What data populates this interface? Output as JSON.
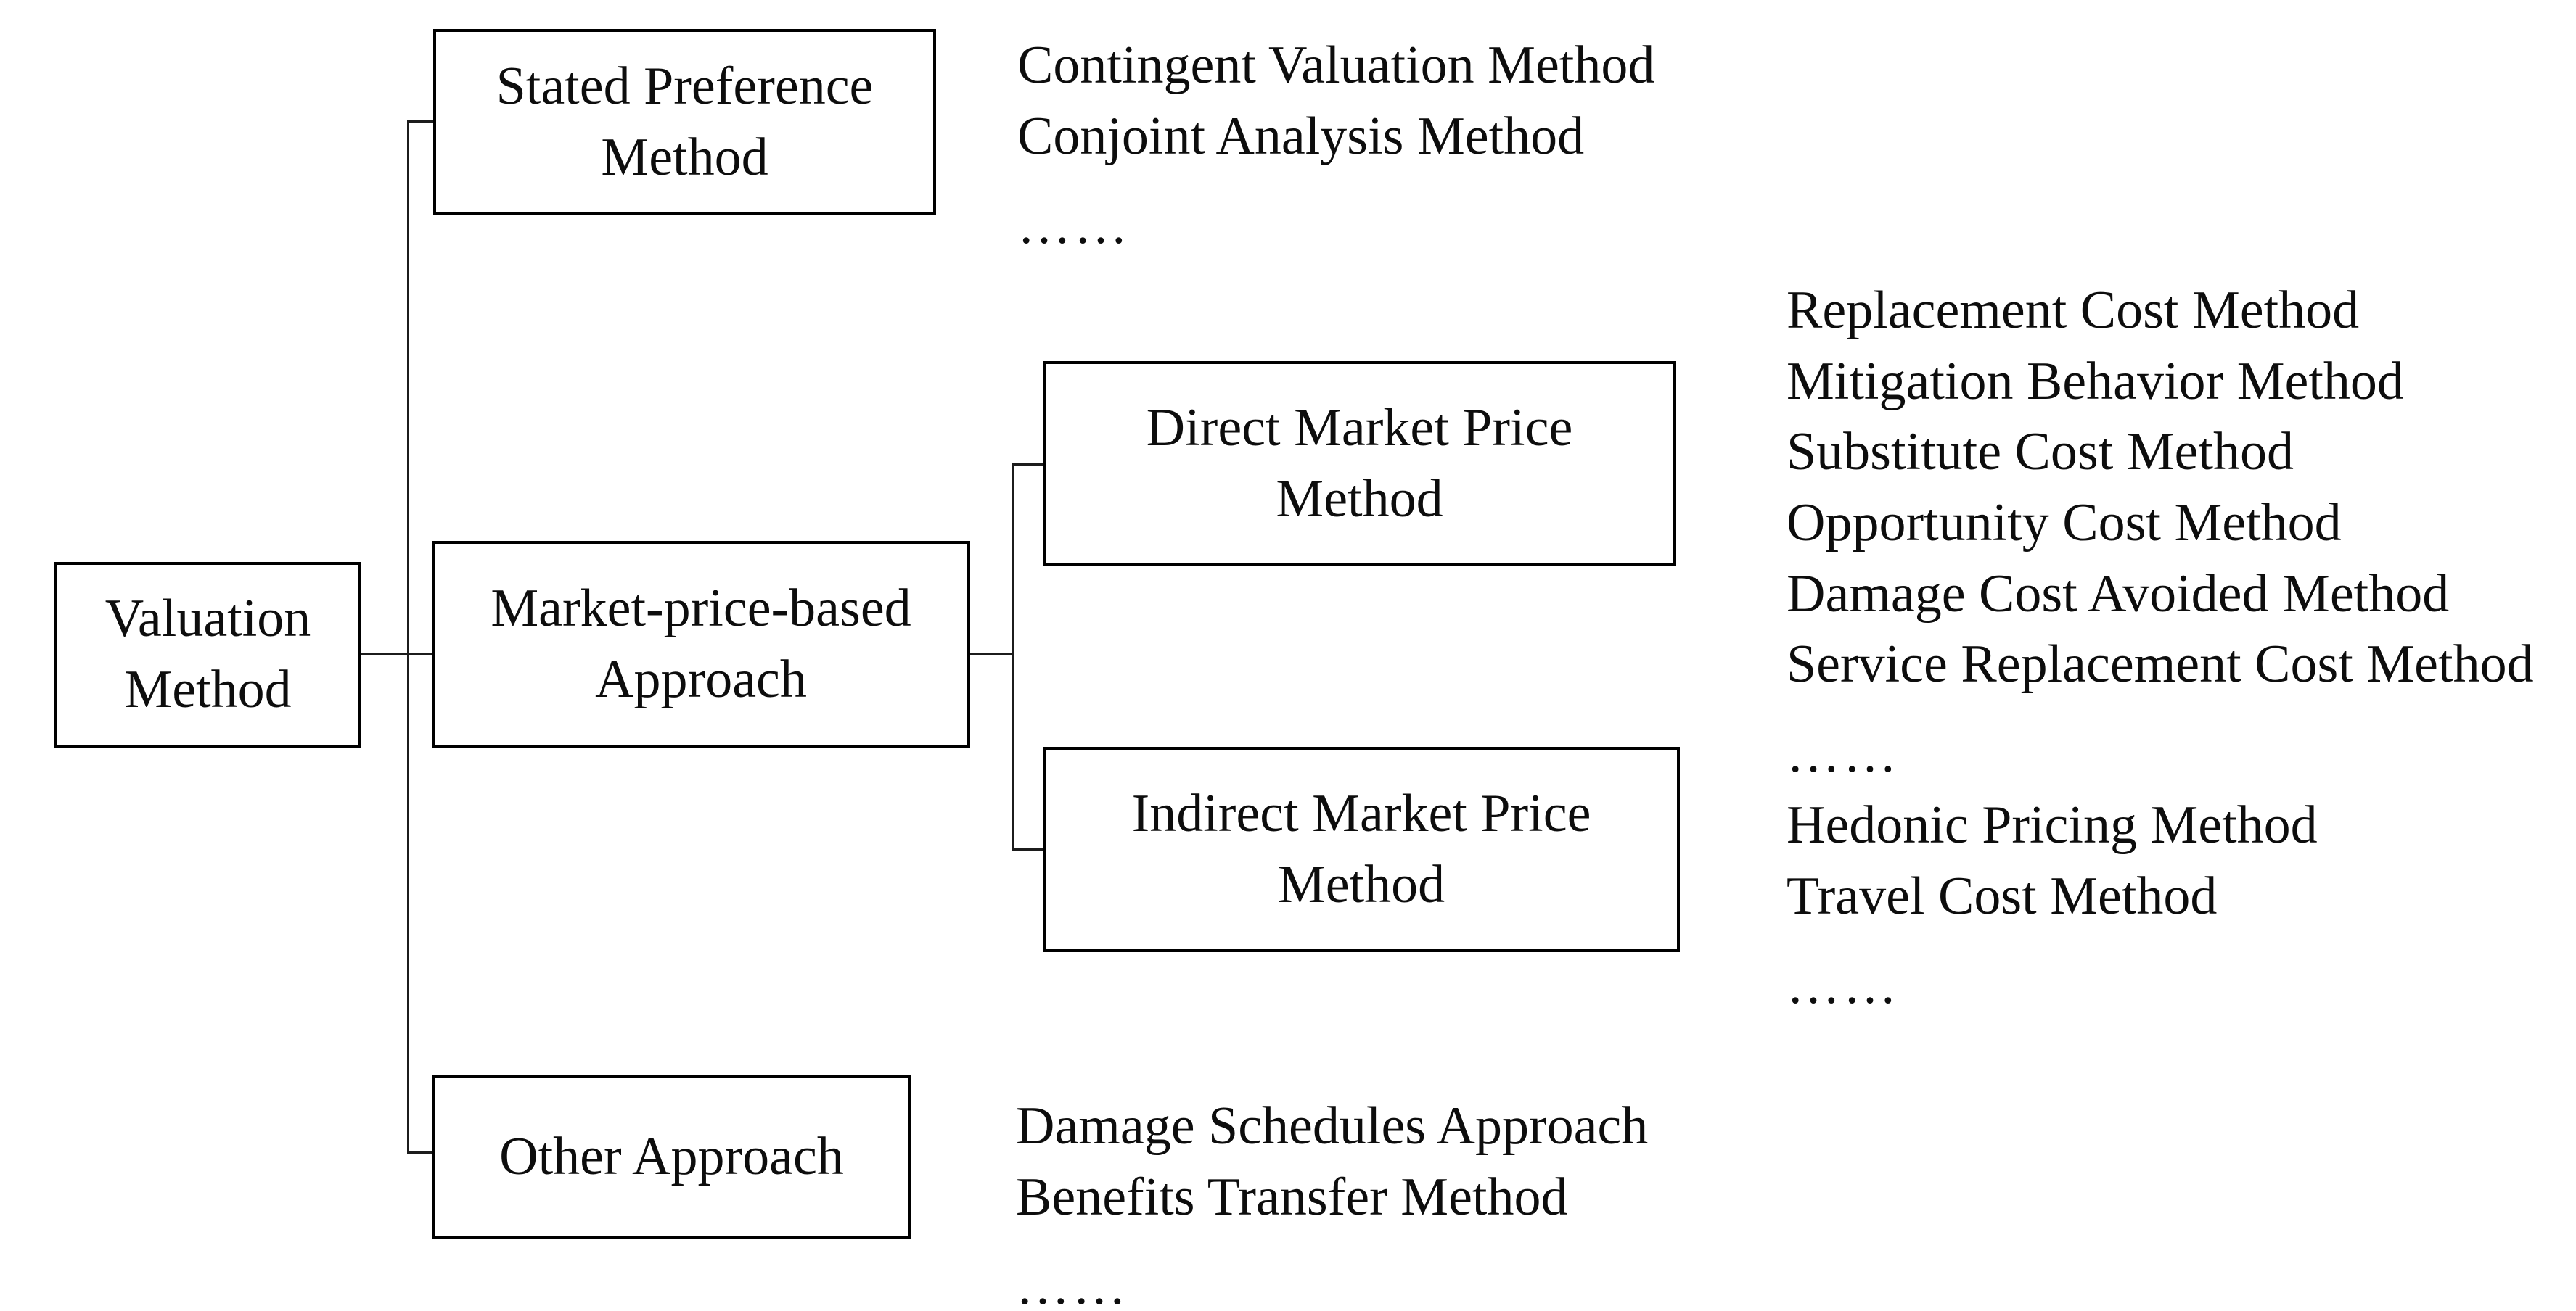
{
  "diagram": {
    "title_hint": "Valuation method taxonomy flowchart",
    "ellipsis": "……",
    "root": {
      "label": "Valuation Method"
    },
    "branches": [
      {
        "id": "stated-preference",
        "label": "Stated Preference Method",
        "examples": [
          "Contingent Valuation Method",
          "Conjoint Analysis Method",
          "……"
        ]
      },
      {
        "id": "market-price-based",
        "label": "Market-price-based Approach",
        "children": [
          {
            "id": "direct-market-price",
            "label": "Direct Market Price Method",
            "examples": [
              "Replacement Cost Method",
              "Mitigation Behavior Method",
              "Substitute Cost Method",
              "Opportunity Cost Method",
              "Damage Cost Avoided Method",
              "Service Replacement Cost Method",
              "……"
            ]
          },
          {
            "id": "indirect-market-price",
            "label": "Indirect Market Price Method",
            "examples": [
              "Hedonic Pricing Method",
              "Travel Cost Method",
              "……"
            ]
          }
        ]
      },
      {
        "id": "other-approach",
        "label": "Other Approach",
        "examples": [
          "Damage Schedules Approach",
          "Benefits Transfer Method",
          "……"
        ]
      }
    ]
  },
  "colors": {
    "background": "#ffffff",
    "box_border": "#000000",
    "text": "#0d0d0d",
    "connector": "#1c1c1c"
  }
}
